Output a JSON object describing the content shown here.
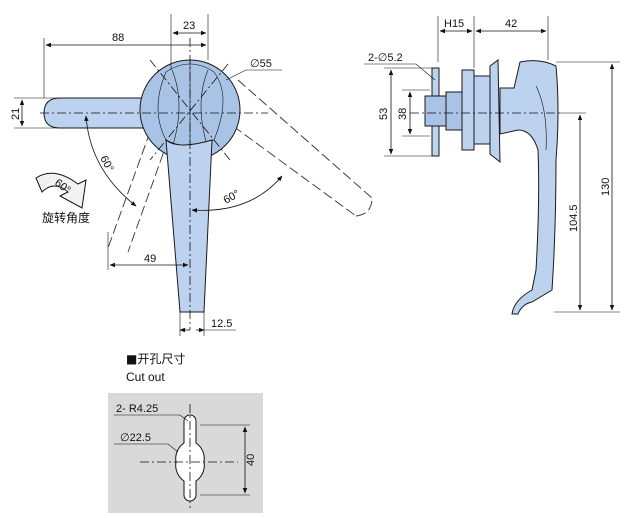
{
  "dims": {
    "d88": "88",
    "d23": "23",
    "d55": "∅55",
    "d21": "21",
    "a60_left": "60°",
    "a60_right": "60°",
    "d49": "49",
    "d12_5": "12.5",
    "h15": "H15",
    "d42": "42",
    "holes": "2-∅5.2",
    "d53": "53",
    "d38": "38",
    "d130": "130",
    "d104_5": "104.5",
    "r4_25": "2- R4.25",
    "d22_5": "∅22.5",
    "d40": "40"
  },
  "rotation": {
    "badge": "60°",
    "label": "旋转角度"
  },
  "cutout": {
    "title_cn": "■开孔尺寸",
    "title_en": "Cut out"
  },
  "colors": {
    "part_fill": "#bcd2ee",
    "cutout_bg": "#d9d9d9"
  }
}
